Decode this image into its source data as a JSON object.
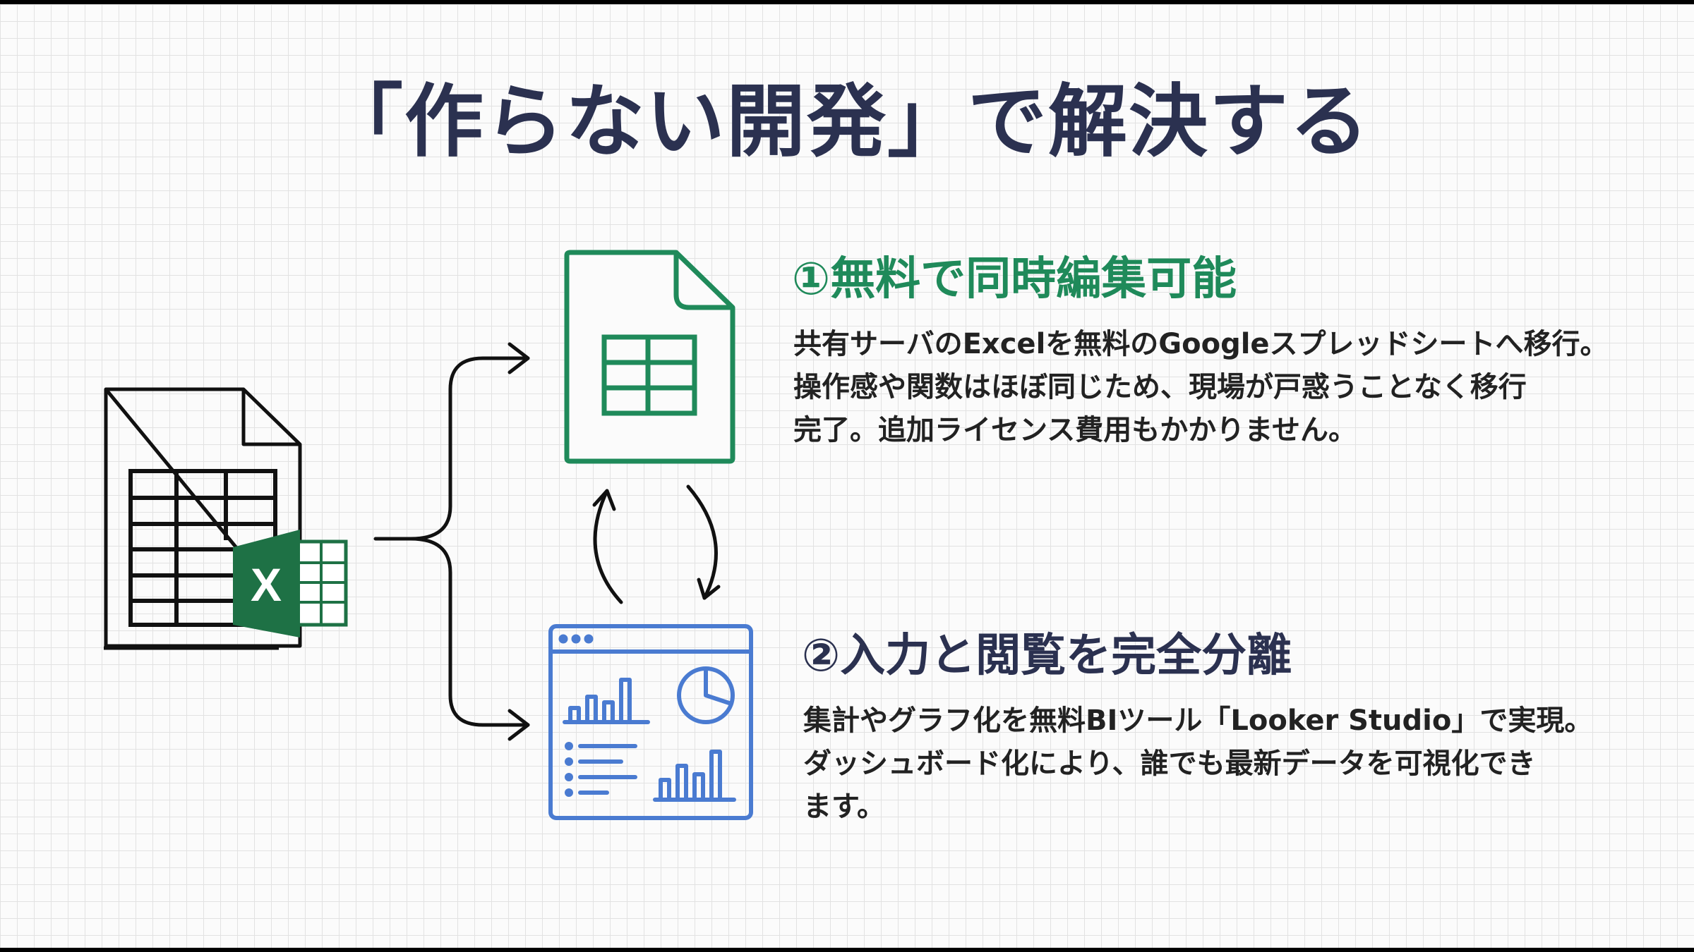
{
  "title": "「作らない開発」で解決する",
  "colors": {
    "title": "#2b3150",
    "sheets_green": "#1f8a5a",
    "excel_green": "#1e7145",
    "looker_blue": "#4a7bd1",
    "text": "#222222"
  },
  "icons": {
    "excel_file": "excel-file-icon",
    "excel_logo_letter": "X",
    "sheets_file": "google-sheets-icon",
    "dashboard": "looker-dashboard-icon"
  },
  "points": [
    {
      "heading": "①無料で同時編集可能",
      "body": "共有サーバのExcelを無料のGoogleスプレッドシートへ移行。\n操作感や関数はほぼ同じため、現場が戸惑うことなく移行\n完了。追加ライセンス費用もかかりません。"
    },
    {
      "heading": "②入力と閲覧を完全分離",
      "body": "集計やグラフ化を無料BIツール「Looker Studio」で実現。\nダッシュボード化により、誰でも最新データを可視化でき\nます。"
    }
  ]
}
